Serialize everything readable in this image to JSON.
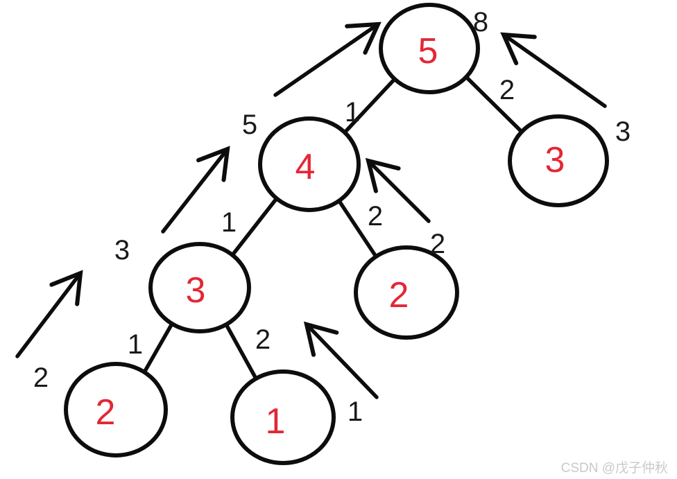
{
  "diagram_type": "binary-tree-with-propagation-arrows",
  "colors": {
    "node_value": "#e32735",
    "line": "#0d0d0d",
    "label": "#1a1a1a",
    "watermark": "#c9c9c9",
    "background": "#ffffff"
  },
  "nodes": {
    "root": {
      "value": "5"
    },
    "l": {
      "value": "4"
    },
    "r": {
      "value": "3"
    },
    "ll": {
      "value": "3"
    },
    "lr": {
      "value": "2"
    },
    "lll": {
      "value": "2"
    },
    "llr": {
      "value": "1"
    }
  },
  "edge_labels": {
    "root_l": "1",
    "root_r": "2",
    "l_ll": "1",
    "l_lr": "2",
    "ll_lll": "1",
    "ll_llr": "2"
  },
  "annotations": {
    "root_sum": "8",
    "arrow_root_left": "5",
    "arrow_root_right": "3",
    "arrow_l": "3",
    "arrow_lr": "2",
    "arrow_ll": "2",
    "arrow_llr": "1"
  },
  "watermark": "CSDN @戊子仲秋"
}
